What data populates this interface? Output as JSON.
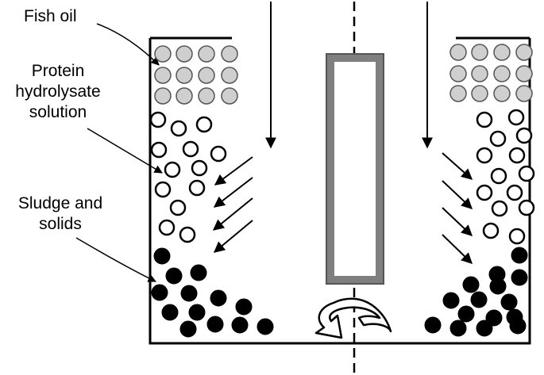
{
  "labels": {
    "fish_oil": "Fish oil",
    "protein": [
      "Protein",
      "hydrolysate",
      "solution"
    ],
    "sludge": [
      "Sludge and",
      "solids"
    ]
  },
  "colors": {
    "outline": "#000000",
    "oil_fill": "#cfcfcf",
    "oil_stroke": "#555555",
    "protein_fill": "#ffffff",
    "sludge_fill": "#000000",
    "bowl_frame": "#7f7f7f",
    "background": "#ffffff"
  },
  "icons": {
    "rotation": "curved-rotation-arrow-icon"
  }
}
